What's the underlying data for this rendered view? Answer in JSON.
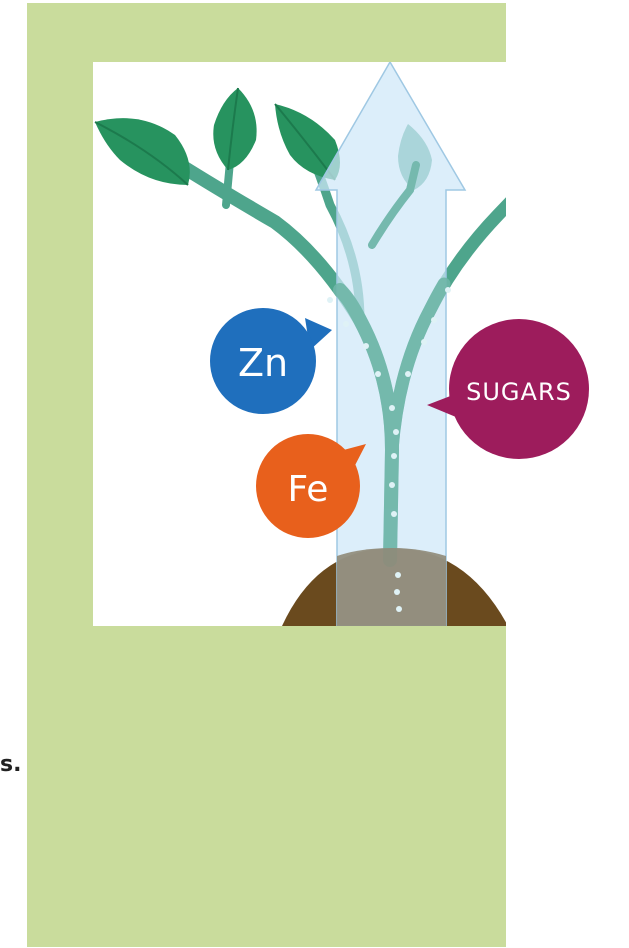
{
  "colors": {
    "panel": "#c9dc9c",
    "leaf": "#27935f",
    "leaf_dark": "#1c7a4d",
    "stem": "#4ea58c",
    "stem_in_arrow": "#6fb6a8",
    "arrow_fill": "#cfe8f8",
    "arrow_stroke": "#9fc8e3",
    "soil": "#6a4a1e",
    "zinc": "#1f6fbd",
    "iron": "#e8601c",
    "sugars": "#9d1c5c"
  },
  "bubbles": {
    "zinc": {
      "label": "Zn",
      "icon": "zinc-bubble"
    },
    "iron": {
      "label": "Fe",
      "icon": "iron-bubble"
    },
    "sugars": {
      "label": "SUGARS",
      "icon": "sugars-bubble"
    }
  },
  "edge_text": "s."
}
